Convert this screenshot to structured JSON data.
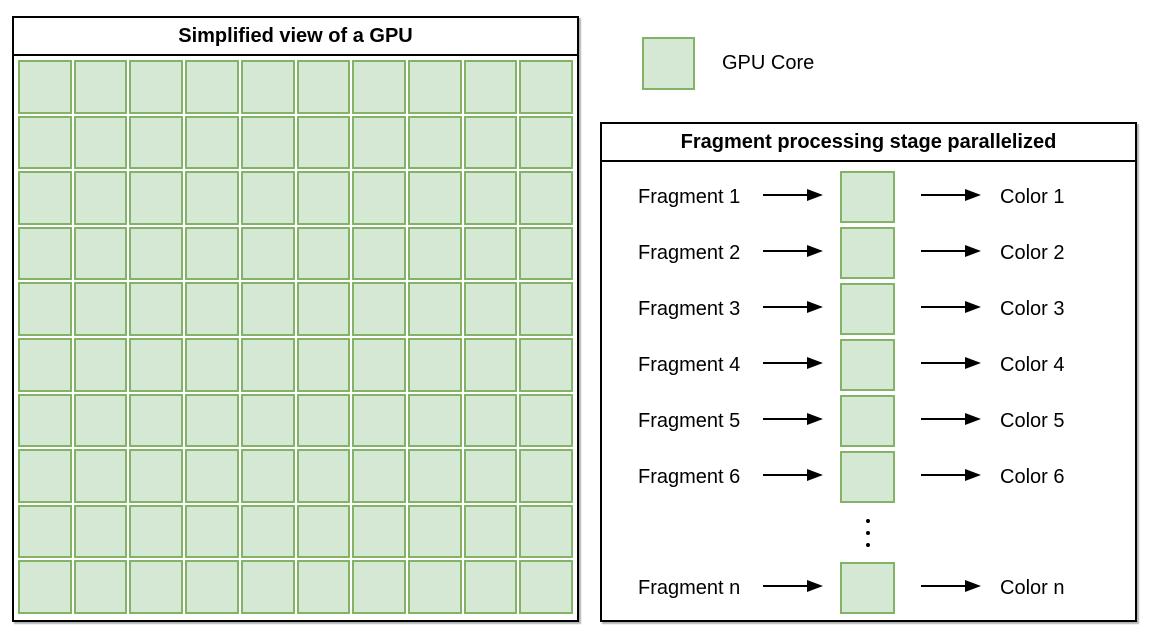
{
  "colors": {
    "core_fill": "#d5e8d4",
    "core_stroke": "#82b366",
    "panel_border": "#000000",
    "arrow": "#000000"
  },
  "gpu_panel": {
    "title": "Simplified view of a GPU",
    "grid_rows": 10,
    "grid_cols": 10
  },
  "legend": {
    "label": "GPU Core"
  },
  "fragment_panel": {
    "title": "Fragment processing stage parallelized",
    "rows": [
      {
        "input": "Fragment 1",
        "output": "Color 1"
      },
      {
        "input": "Fragment 2",
        "output": "Color 2"
      },
      {
        "input": "Fragment 3",
        "output": "Color 3"
      },
      {
        "input": "Fragment 4",
        "output": "Color 4"
      },
      {
        "input": "Fragment 5",
        "output": "Color 5"
      },
      {
        "input": "Fragment 6",
        "output": "Color 6"
      },
      {
        "input": "Fragment n",
        "output": "Color n"
      }
    ],
    "ellipsis_dots": 3
  }
}
